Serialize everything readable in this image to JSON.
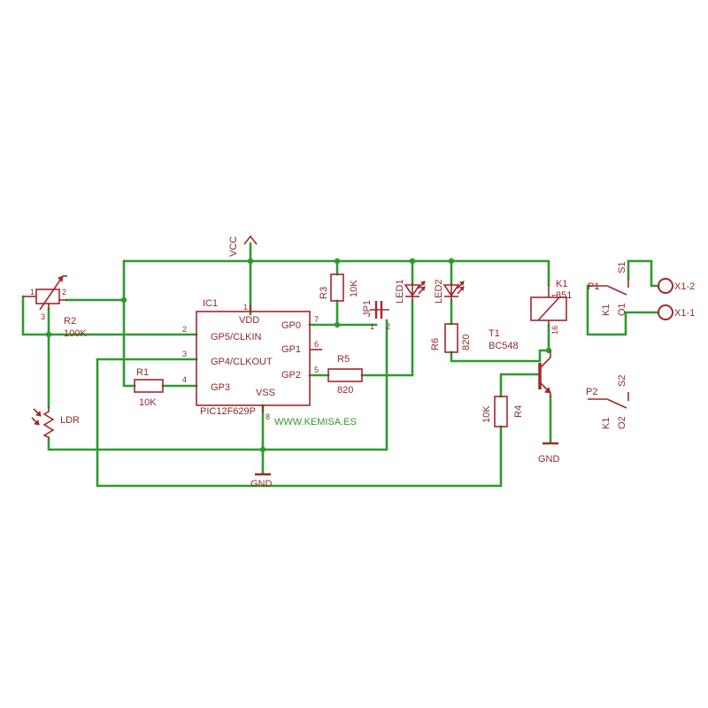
{
  "labels": {
    "vcc": "VCC",
    "gnd_main": "GND",
    "gnd_tr": "GND",
    "ic_ref": "IC1",
    "ic_part": "PIC12F629P",
    "ic_vdd": "VDD",
    "ic_vss": "VSS",
    "ic_gp5": "GP5/CLKIN",
    "ic_gp4": "GP4/CLKOUT",
    "ic_gp3": "GP3",
    "ic_gp0": "GP0",
    "ic_gp1": "GP1",
    "ic_gp2": "GP2",
    "pin1": "1",
    "pin2": "2",
    "pin3": "3",
    "pin4": "4",
    "pin5": "5",
    "pin6": "6",
    "pin7": "7",
    "pin8": "8",
    "r1": "R1",
    "r1_val": "10K",
    "r2": "R2",
    "r2_val": "100K",
    "r2_p1": "1",
    "r2_p2": "2",
    "r2_p3": "3",
    "r3": "R3",
    "r3_val": "10K",
    "r4": "R4",
    "r4_val": "10K",
    "r5": "R5",
    "r5_val": "820",
    "r6": "R6",
    "r6_val": "820",
    "ldr": "LDR",
    "jp1": "JP1",
    "jp1_p1": "1",
    "jp1_p2": "2",
    "led1": "LED1",
    "led2": "LED2",
    "k1": "K1",
    "k1_val": "351",
    "k1_p1": "1",
    "k1_p16": "16",
    "t1": "T1",
    "t1_val": "BC548",
    "p1": "P1",
    "s1": "S1",
    "k1_sw1": "K1",
    "o1": "O1",
    "p2": "P2",
    "s2": "S2",
    "k1_sw2": "K1",
    "o2": "O2",
    "x1_2": "X1-2",
    "x1_1": "X1-1",
    "url": "WWW.KEMISA.ES"
  },
  "colors": {
    "wire": "#2e9a2e",
    "symbol": "#a0282c",
    "text": "#8c2a2a",
    "background": "#ffffff"
  }
}
